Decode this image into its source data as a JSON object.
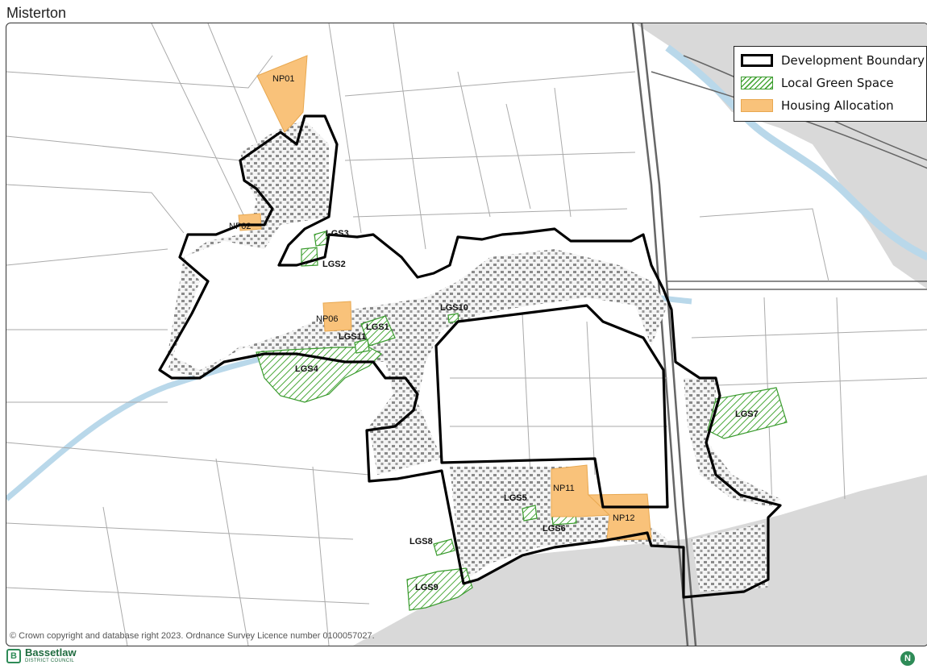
{
  "title": "Misterton",
  "legend": {
    "development_boundary": "Development Boundary",
    "local_green_space": "Local Green Space",
    "housing_allocation": "Housing Allocation"
  },
  "labels": {
    "np01": "NP01",
    "np02": "NP02",
    "np06": "NP06",
    "np11": "NP11",
    "np12": "NP12",
    "lgs1": "LGS1",
    "lgs2": "LGS2",
    "lgs3": "LGS3",
    "lgs4": "LGS4",
    "lgs5": "LGS5",
    "lgs6": "LGS6",
    "lgs7": "LGS7",
    "lgs8": "LGS8",
    "lgs9": "LGS9",
    "lgs10": "LGS10",
    "lgs11": "LGS11"
  },
  "copyright": "© Crown copyright and database right 2023. Ordnance Survey Licence number 0100057027.",
  "council": {
    "name": "Bassetlaw",
    "subtitle": "DISTRICT COUNCIL"
  },
  "colors": {
    "boundary": "#000000",
    "green_space": "#4aa83a",
    "housing": "#f9c27a",
    "grey_area": "#d9d9d9",
    "river": "#b9d8ea"
  },
  "icons": {
    "north_arrow": "north-arrow-icon",
    "council_logo": "council-logo-icon"
  }
}
